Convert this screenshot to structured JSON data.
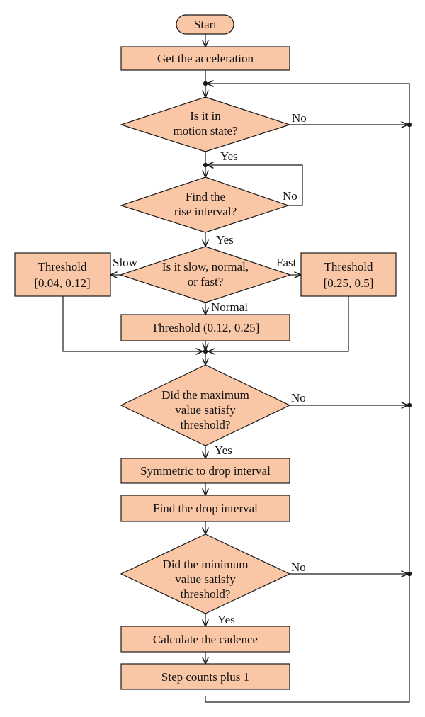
{
  "colors": {
    "node_fill": "#f9c6a6",
    "stroke": "#1a1a1a"
  },
  "nodes": {
    "start": "Start",
    "get_accel": "Get the acceleration",
    "motion_q": [
      "Is it in",
      "motion state?"
    ],
    "rise_q": [
      "Find the",
      "rise interval?"
    ],
    "speed_q": [
      "Is it slow, normal,",
      "or fast?"
    ],
    "th_slow": [
      "Threshold",
      "[0.04, 0.12]"
    ],
    "th_fast": [
      "Threshold",
      "[0.25, 0.5]"
    ],
    "th_normal": "Threshold (0.12, 0.25]",
    "max_q": [
      "Did the maximum",
      "value satisfy",
      "threshold?"
    ],
    "symmetric": "Symmetric to drop interval",
    "find_drop": "Find the drop interval",
    "min_q": [
      "Did the minimum",
      "value satisfy",
      "threshold?"
    ],
    "cadence": "Calculate the cadence",
    "step": "Step counts plus 1"
  },
  "labels": {
    "no_motion": "No",
    "yes_motion": "Yes",
    "no_rise": "No",
    "yes_rise": "Yes",
    "slow": "Slow",
    "fast": "Fast",
    "normal": "Normal",
    "no_max": "No",
    "yes_max": "Yes",
    "no_min": "No",
    "yes_min": "Yes"
  }
}
